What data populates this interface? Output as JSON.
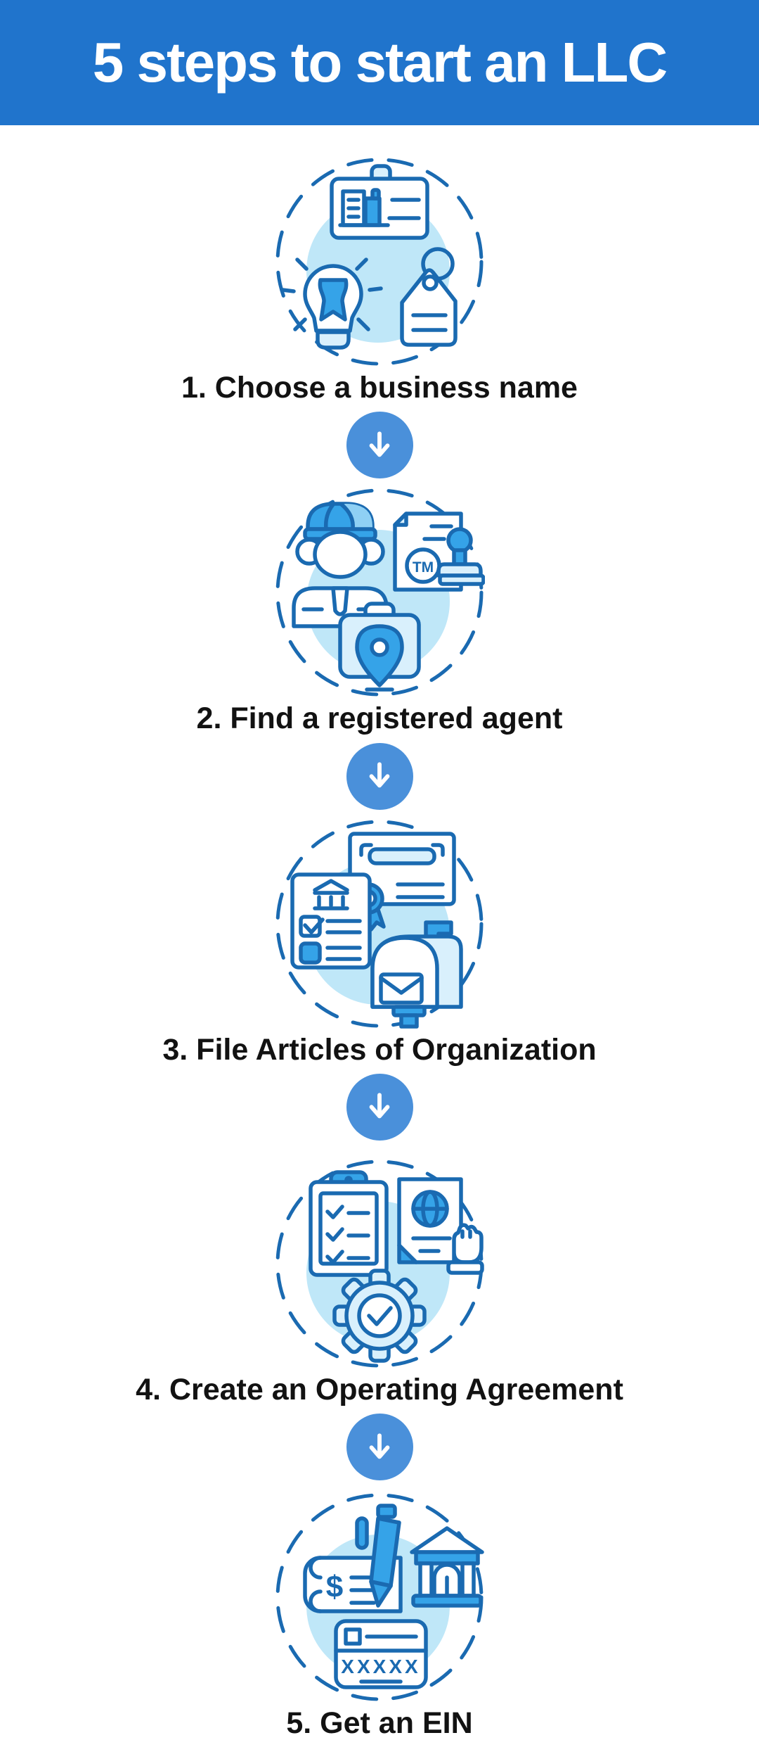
{
  "header": {
    "title": "5 steps to start an LLC"
  },
  "steps": [
    {
      "number": 1,
      "label": "1. Choose a business name",
      "icon": "id-badge-lightbulb-price-tag"
    },
    {
      "number": 2,
      "label": "2. Find a registered agent",
      "icon": "agent-person-trademark-stamp-briefcase-pin"
    },
    {
      "number": 3,
      "label": "3. File Articles of Organization",
      "icon": "certificate-checklist-mailbox"
    },
    {
      "number": 4,
      "label": "4. Create an Operating Agreement",
      "icon": "clipboard-document-globe-fist-gear-check"
    },
    {
      "number": 5,
      "label": "5. Get an EIN",
      "icon": "signed-check-bank-ein-card"
    }
  ],
  "icon_texts": {
    "trademark": "TM",
    "dollar": "$",
    "ein_mask": "XXXXX"
  },
  "arrow": {
    "direction": "down"
  },
  "colors": {
    "header_bg": "#2074cc",
    "title_text": "#ffffff",
    "label_text": "#121212",
    "arrow_bg": "#4a90da",
    "outline_blue": "#1a6ab1",
    "halo_blue": "#bfe7f8",
    "light_fill": "#d9f0fc",
    "accent_fill": "#35a3e8"
  }
}
